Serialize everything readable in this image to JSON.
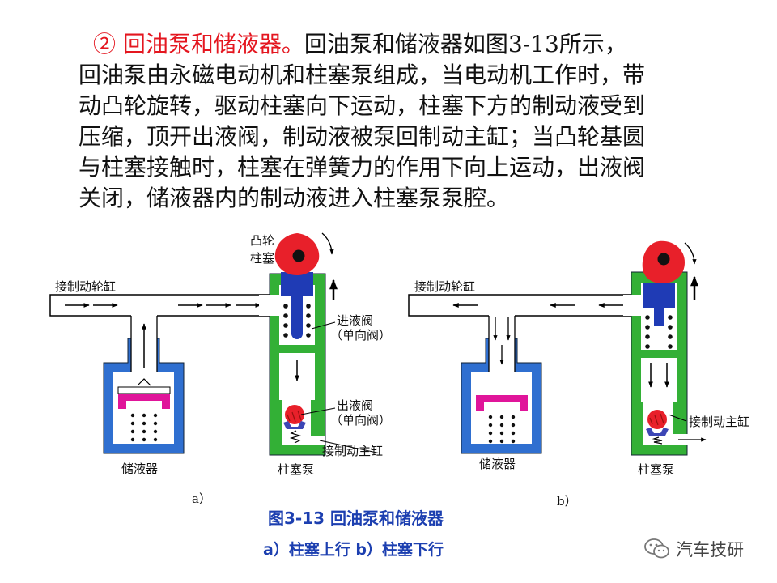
{
  "text": {
    "line1_prefix": "② 回油泵和储液器。",
    "line1_rest": "回油泵和储液器如图3-13所示，",
    "line2": "回油泵由永磁电动机和柱塞泵组成，当电动机工作时，带",
    "line3": "动凸轮旋转，驱动柱塞向下运动，柱塞下方的制动液受到",
    "line4": "压缩，顶开出液阀，制动液被泵回制动主缸；当凸轮基圆",
    "line5": "与柱塞接触时，柱塞在弹簧力的作用下向上运动，出液阀",
    "line6": "关闭，储液器内的制动液进入柱塞泵泵腔。"
  },
  "figure_a": {
    "cam_label": "凸轮",
    "plunger_label": "柱塞",
    "to_wheel_label": "接制动轮缸",
    "inlet_valve_label": "进液阀",
    "inlet_valve_sub": "（单向阀）",
    "outlet_valve_label": "出液阀",
    "outlet_valve_sub": "（单向阀）",
    "to_master_label": "接制动主缸",
    "reservoir_label": "储液器",
    "pump_label": "柱塞泵",
    "panel_label": "a）"
  },
  "figure_b": {
    "to_wheel_label": "接制动轮缸",
    "to_master_label": "接制动主缸",
    "reservoir_label": "储液器",
    "pump_label": "柱塞泵",
    "panel_label": "b）"
  },
  "caption": {
    "title": "图3-13  回油泵和储液器",
    "subtitle": "a）柱塞上行  b）柱塞下行"
  },
  "watermark": {
    "text": "汽车技研",
    "icon": "wechat-icon"
  },
  "colors": {
    "highlight": "#e4161f",
    "caption": "#1c3fb0",
    "reservoir_body": "#2f6fd0",
    "pump_body": "#33b036",
    "plunger": "#1f3bb5",
    "piston": "#e0159a",
    "cam": "#e8202a",
    "valve_seat": "#3c46b5"
  }
}
